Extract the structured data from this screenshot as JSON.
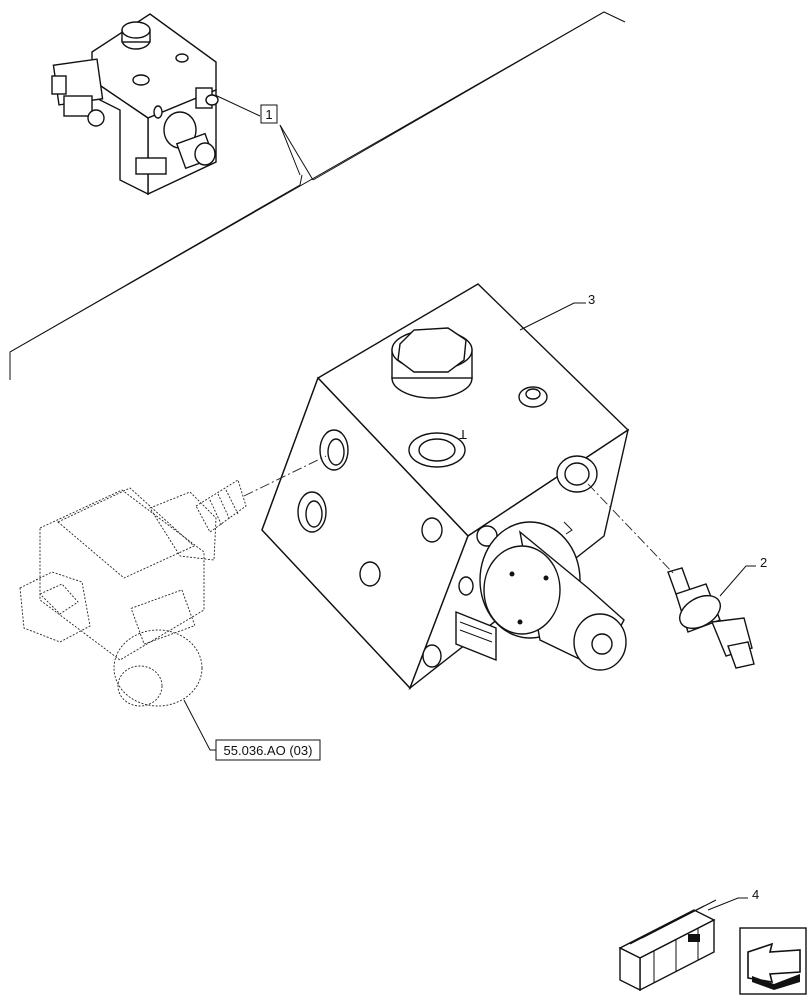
{
  "callouts": {
    "assembly_ref": "1",
    "sensor_ref": "2",
    "block_ref": "3",
    "kit_ref": "4",
    "cross_reference": "55.036.AO (03)"
  },
  "block_marks": {
    "port_t": "T"
  },
  "icons": {
    "navigation": "arrow-icon",
    "kit": "crate-icon"
  },
  "colors": {
    "line": "#111111",
    "background": "#ffffff"
  }
}
